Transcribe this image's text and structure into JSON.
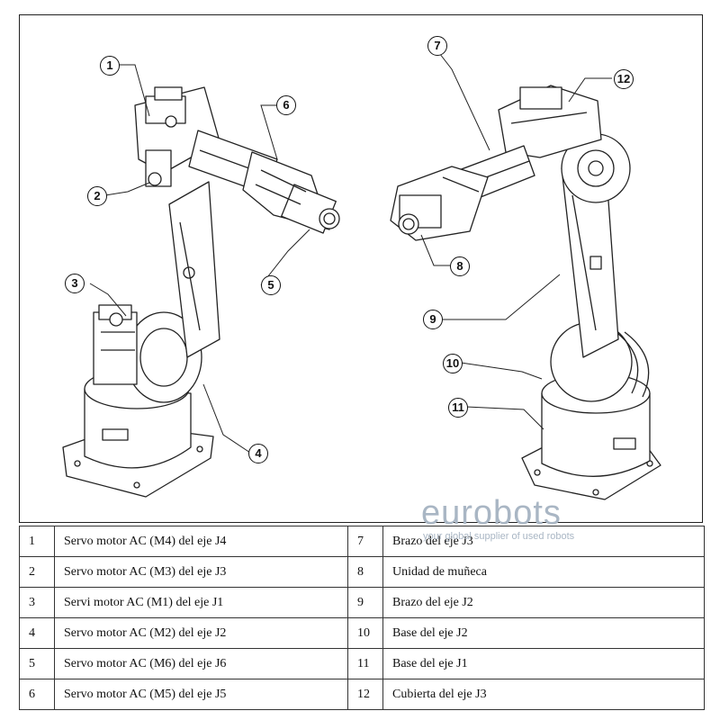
{
  "callouts": [
    "1",
    "2",
    "3",
    "4",
    "5",
    "6",
    "7",
    "8",
    "9",
    "10",
    "11",
    "12"
  ],
  "legend_rows": [
    {
      "left_num": "1",
      "left_text": "Servo motor AC (M4) del eje J4",
      "right_num": "7",
      "right_text": "Brazo del eje J3"
    },
    {
      "left_num": "2",
      "left_text": "Servo motor AC (M3) del eje J3",
      "right_num": "8",
      "right_text": "Unidad de muñeca"
    },
    {
      "left_num": "3",
      "left_text": "Servi motor AC (M1) del eje J1",
      "right_num": "9",
      "right_text": "Brazo del eje J2"
    },
    {
      "left_num": "4",
      "left_text": "Servo motor AC (M2) del eje J2",
      "right_num": "10",
      "right_text": "Base del eje J2"
    },
    {
      "left_num": "5",
      "left_text": "Servo motor AC (M6) del eje J6",
      "right_num": "11",
      "right_text": "Base del eje J1"
    },
    {
      "left_num": "6",
      "left_text": "Servo motor AC (M5) del eje J5",
      "right_num": "12",
      "right_text": "Cubierta del eje J3"
    }
  ],
  "watermark": {
    "brand": "eurobots",
    "tagline": "your global supplier of used robots"
  }
}
